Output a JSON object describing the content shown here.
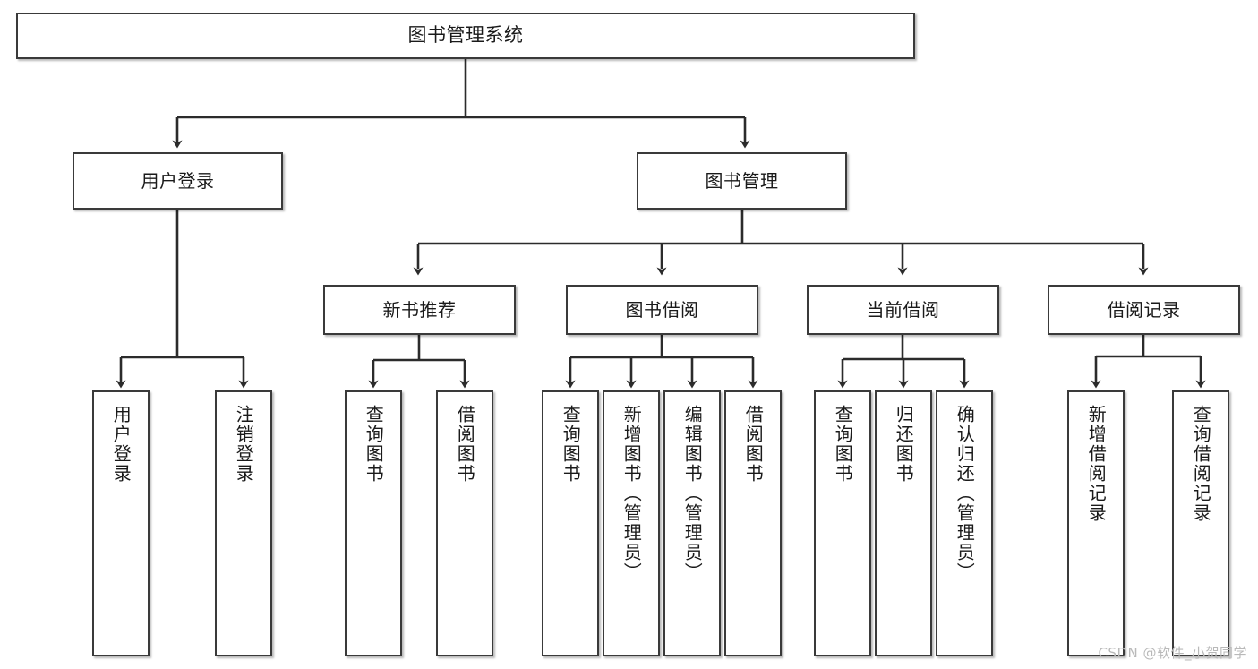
{
  "diagram": {
    "type": "tree-hierarchy",
    "title": "图书管理系统",
    "watermark": "CSDN @软件_小贺同学",
    "colors": {
      "box_border": "#3a3a3a",
      "box_fill": "#ffffff",
      "connector": "#2b2b2b",
      "text": "#1a1a1a",
      "watermark": "#b9b9b9"
    },
    "nodes": {
      "root": {
        "label": "图书管理系统"
      },
      "level2": [
        {
          "label": "用户登录"
        },
        {
          "label": "图书管理"
        }
      ],
      "level3": [
        {
          "label": "新书推荐"
        },
        {
          "label": "图书借阅"
        },
        {
          "label": "当前借阅"
        },
        {
          "label": "借阅记录"
        }
      ],
      "leaves": {
        "user_login": [
          {
            "label": "用户登录"
          },
          {
            "label": "注销登录"
          }
        ],
        "new_book_recommend": [
          {
            "label": "查询图书"
          },
          {
            "label": "借阅图书"
          }
        ],
        "book_borrow": [
          {
            "label": "查询图书"
          },
          {
            "label": "新增图书（管理员）"
          },
          {
            "label": "编辑图书（管理员）"
          },
          {
            "label": "借阅图书"
          }
        ],
        "current_borrow": [
          {
            "label": "查询图书"
          },
          {
            "label": "归还图书"
          },
          {
            "label": "确认归还（管理员）"
          }
        ],
        "borrow_record": [
          {
            "label": "新增借阅记录"
          },
          {
            "label": "查询借阅记录"
          }
        ]
      }
    }
  }
}
